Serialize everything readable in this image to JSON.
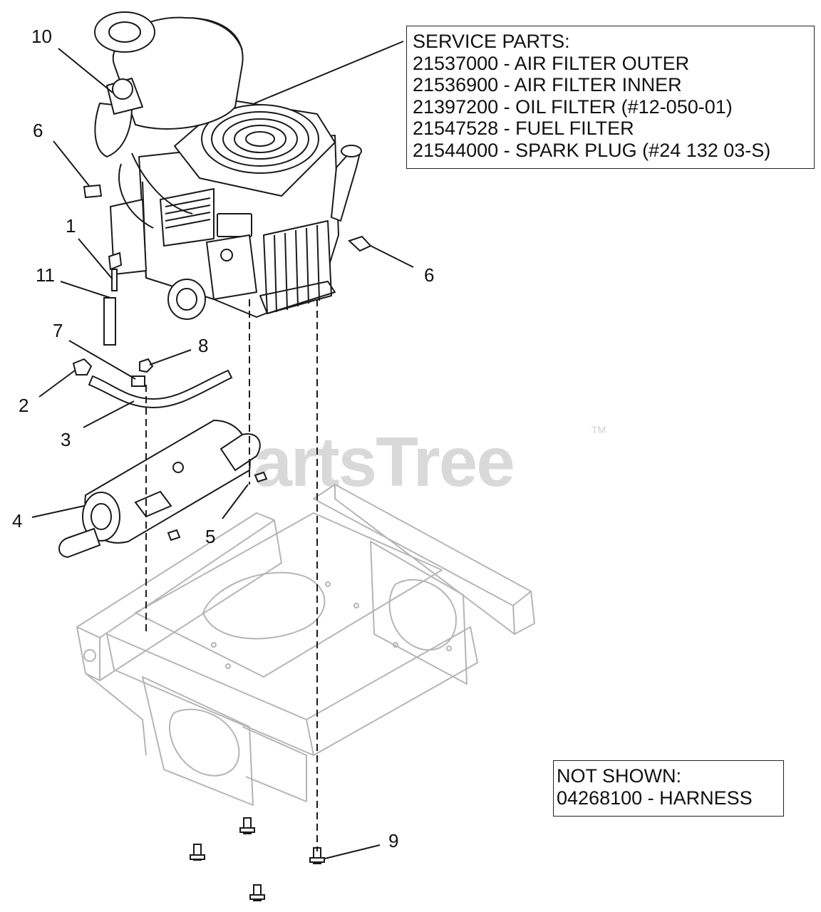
{
  "service_parts": {
    "heading": "SERVICE PARTS:",
    "items": [
      "21537000 - AIR FILTER OUTER",
      "21536900 - AIR FILTER INNER",
      "21397200 - OIL FILTER (#12-050-01)",
      "21547528 - FUEL FILTER",
      "21544000 - SPARK PLUG (#24 132 03-S)"
    ]
  },
  "not_shown": {
    "heading": "NOT SHOWN:",
    "items": [
      "04268100 - HARNESS"
    ]
  },
  "callouts": {
    "c10": "10",
    "c6a": "6",
    "c1": "1",
    "c11": "11",
    "c7": "7",
    "c8": "8",
    "c2": "2",
    "c3": "3",
    "c4": "4",
    "c5": "5",
    "c6b": "6",
    "c9": "9"
  },
  "watermark": {
    "text": "PartsTree",
    "mark": "TM"
  },
  "colors": {
    "line": "#1a1a1a",
    "frame": "#b5b5b5",
    "watermark": "#d9d9d9"
  }
}
